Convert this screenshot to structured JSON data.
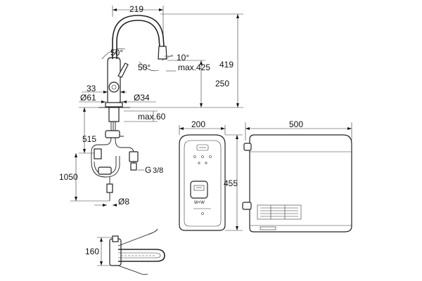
{
  "dimensions": {
    "spout_reach": "219",
    "swivel_angle_left": "50°",
    "swivel_angle_right": "50°",
    "spout_tilt": "10°",
    "max_spout_height": "max.425",
    "total_height": "419",
    "spout_outlet_height": "250",
    "lever_offset": "33",
    "base_diameter": "Ø61",
    "hole_diameter": "Ø34",
    "max_deck_thickness": "max.60",
    "hose_length_upper": "515",
    "hose_length_total": "1050",
    "connection_thread": "G",
    "connection_thread_fraction": "3/8",
    "tube_diameter": "Ø8",
    "filter_width": "200",
    "filter_height": "455",
    "chiller_width": "500",
    "lever_clearance": "160"
  },
  "colors": {
    "line": "#222222",
    "background": "#ffffff"
  },
  "icons": {
    "filter_panel_logo": "grohe-logo",
    "filter_panel_indicator": "filter-status-icon"
  }
}
